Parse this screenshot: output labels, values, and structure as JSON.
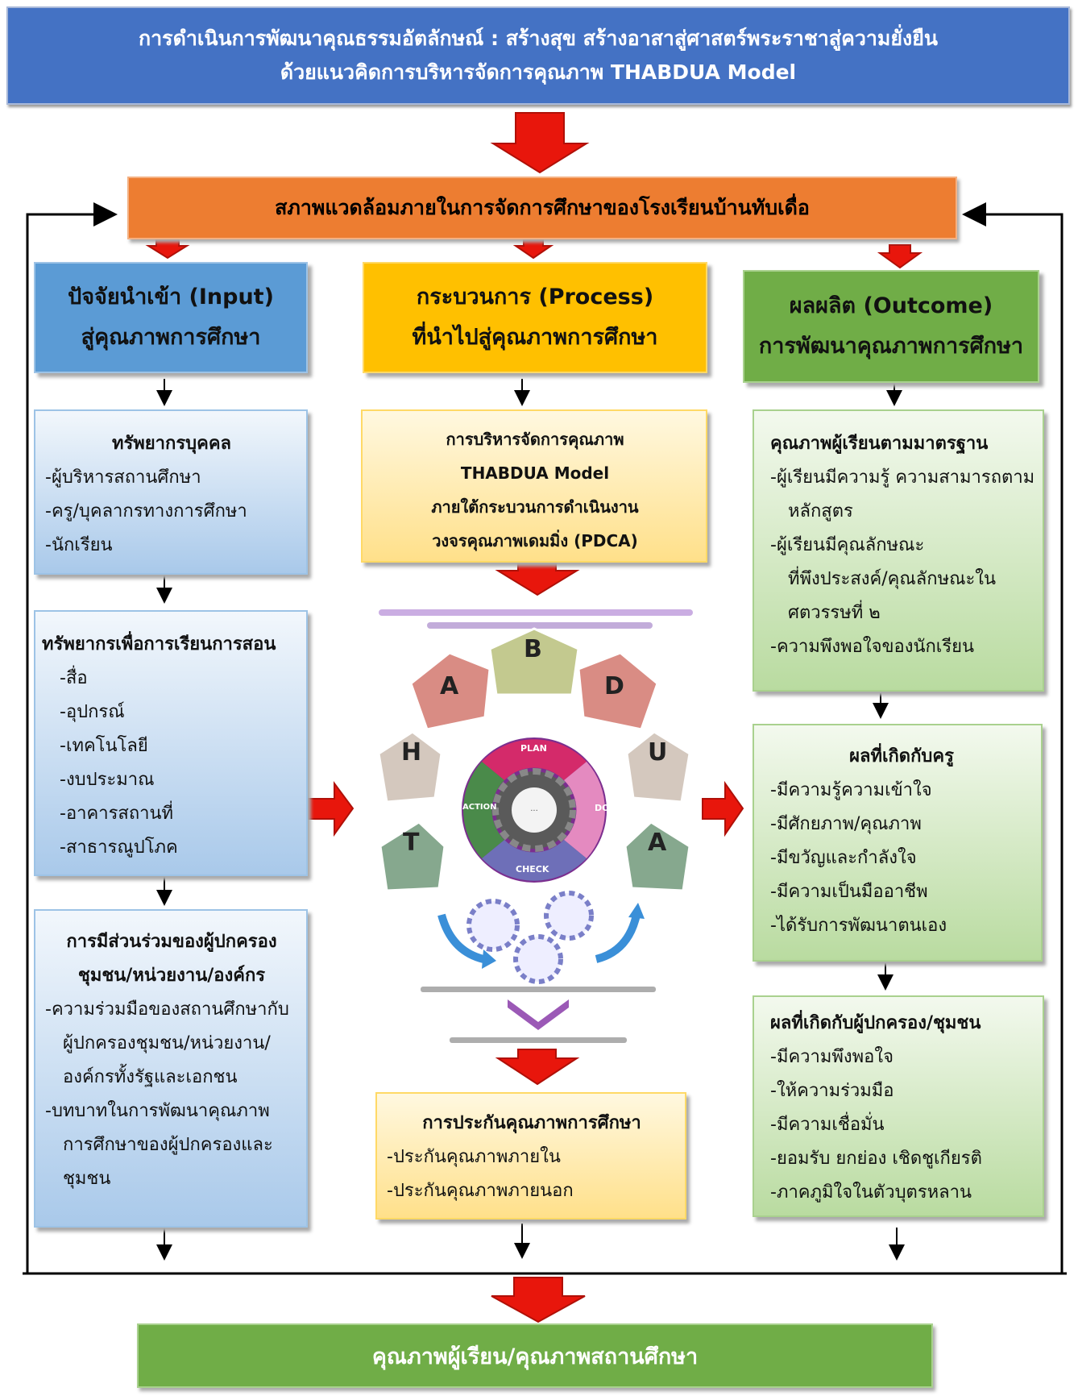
{
  "title": {
    "line1": "การดำเนินการพัฒนาคุณธรรมอัตลักษณ์ : สร้างสุข สร้างอาสาสู่ศาสตร์พระราชาสู่ความยั่งยืน",
    "line2": "ด้วยแนวคิดการบริหารจัดการคุณภาพ THABDUA Model"
  },
  "environment": "สภาพแวดล้อมภายในการจัดการศึกษาของโรงเรียนบ้านทับเดื่อ",
  "input": {
    "head1": "ปัจจัยนำเข้า (Input)",
    "head2": "สู่คุณภาพการศึกษา",
    "personnel": {
      "title": "ทรัพยากรบุคคล",
      "items": [
        "-ผู้บริหารสถานศึกษา",
        "-ครู/บุคลากรทางการศึกษา",
        "-นักเรียน"
      ]
    },
    "resources": {
      "title": "ทรัพยากรเพื่อการเรียนการสอน",
      "items": [
        "-สื่อ",
        "-อุปกรณ์",
        "-เทคโนโลยี",
        "-งบประมาณ",
        "-อาคารสถานที่",
        "-สาธารณูปโภค"
      ]
    },
    "participation": {
      "title1": "การมีส่วนร่วมของผู้ปกครอง",
      "title2": "ชุมชน/หน่วยงาน/องค์กร",
      "lines": [
        "-ความร่วมมือของสถานศึกษากับ",
        "ผู้ปกครองชุมชน/หน่วยงาน/",
        "องค์กรทั้งรัฐและเอกชน",
        "-บทบาทในการพัฒนาคุณภาพ",
        "การศึกษาของผู้ปกครองและ",
        "ชุมชน"
      ]
    }
  },
  "process": {
    "head1": "กระบวนการ (Process)",
    "head2": "ที่นำไปสู่คุณภาพการศึกษา",
    "management": {
      "lines": [
        "การบริหารจัดการคุณภาพ",
        "THABDUA Model",
        "ภายใต้กระบวนการดำเนินงาน",
        "วงจรคุณภาพเดมมิ่ง (PDCA)"
      ]
    },
    "model_image": {
      "letters": [
        "B",
        "D",
        "U",
        "A",
        "T",
        "H",
        "A"
      ],
      "cycle": [
        "PLAN",
        "DO",
        "CHECK",
        "ACTION"
      ]
    },
    "assurance": {
      "title": "การประกันคุณภาพการศึกษา",
      "items": [
        "-ประกันคุณภาพภายใน",
        "-ประกันคุณภาพภายนอก"
      ]
    }
  },
  "outcome": {
    "head1": "ผลผลิต (Outcome)",
    "head2": "การพัฒนาคุณภาพการศึกษา",
    "students": {
      "title": "คุณภาพผู้เรียนตามมาตรฐาน",
      "lines": [
        "-ผู้เรียนมีความรู้ ความสามารถตาม",
        "หลักสูตร",
        "-ผู้เรียนมีคุณลักษณะ",
        "ที่พึงประสงค์/คุณลักษณะใน",
        "ศตวรรษที่ ๒",
        "-ความพึงพอใจของนักเรียน"
      ]
    },
    "teachers": {
      "title": "ผลที่เกิดกับครู",
      "items": [
        "-มีความรู้ความเข้าใจ",
        "-มีศักยภาพ/คุณภาพ",
        "-มีขวัญและกำลังใจ",
        "-มีความเป็นมืออาชีพ",
        "-ได้รับการพัฒนาตนเอง"
      ]
    },
    "community": {
      "title": "ผลที่เกิดกับผู้ปกครอง/ชุมชน",
      "items": [
        "-มีความพึงพอใจ",
        "-ให้ความร่วมมือ",
        "-มีความเชื่อมั่น",
        "-ยอมรับ ยกย่อง เชิดชูเกียรติ",
        "-ภาคภูมิใจในตัวบุตรหลาน"
      ]
    }
  },
  "footer": "คุณภาพผู้เรียน/คุณภาพสถานศึกษา",
  "colors": {
    "title_bg": "#4472c4",
    "environment_bg": "#ed7d31",
    "input_head": "#5b9bd5",
    "process_head": "#ffc000",
    "outcome_head": "#70ad47",
    "arrow_red": "#e8160c"
  }
}
